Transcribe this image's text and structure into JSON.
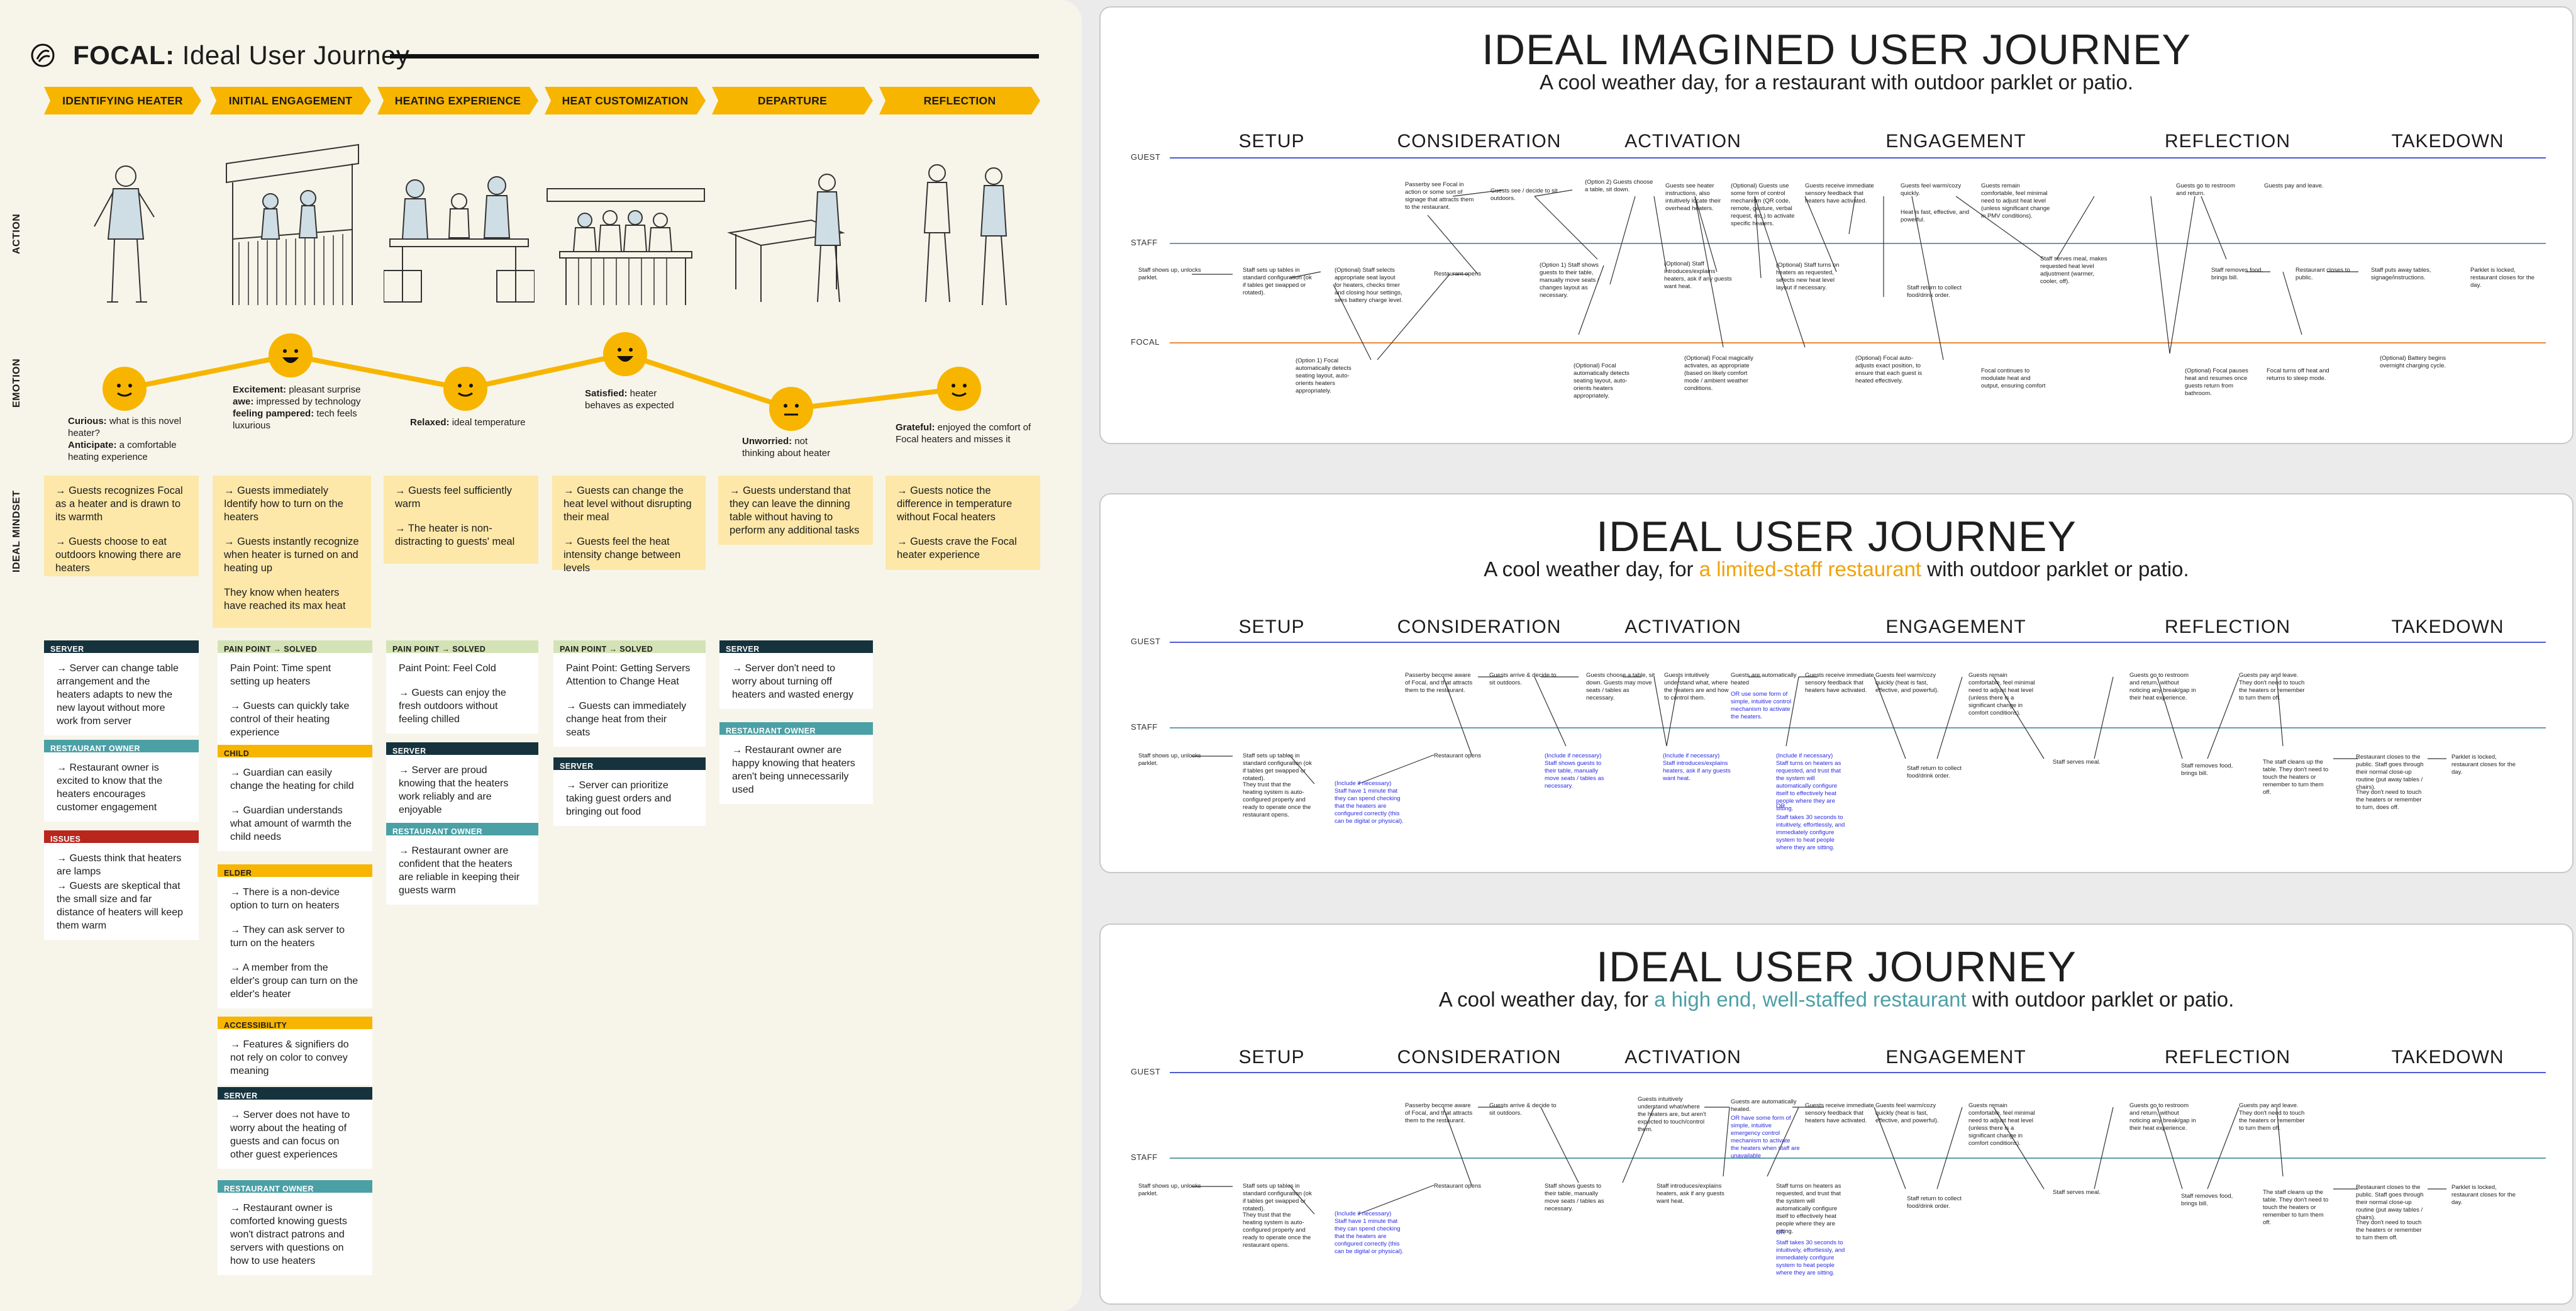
{
  "left": {
    "title_bold": "FOCAL:",
    "title_rest": " Ideal User Journey",
    "stages": [
      "IDENTIFYING HEATER",
      "INITIAL ENGAGEMENT",
      "HEATING EXPERIENCE",
      "HEAT CUSTOMIZATION",
      "DEPARTURE",
      "REFLECTION"
    ],
    "rows": {
      "action": "ACTION",
      "emotion": "EMOTION",
      "mindset": "IDEAL MINDSET"
    },
    "emotions": [
      {
        "b1": "Curious:",
        "t1": " what is this novel heater?",
        "b2": "Anticipate:",
        "t2": " a comfortable heating experience"
      },
      {
        "b1": "Excitement:",
        "t1": " pleasant surprise",
        "b2": "awe:",
        "t2": " impressed by technology",
        "b3": "feeling pampered:",
        "t3": " tech feels luxurious"
      },
      {
        "b1": "Relaxed:",
        "t1": " ideal temperature"
      },
      {
        "b1": "Satisfied:",
        "t1": " heater behaves as expected"
      },
      {
        "b1": "Unworried:",
        "t1": " not thinking about heater"
      },
      {
        "b1": "Grateful:",
        "t1": " enjoyed the comfort of Focal heaters and misses it"
      }
    ],
    "mindset": [
      [
        "→ Guests recognizes Focal as a heater and is drawn to its warmth",
        "→ Guests choose to eat outdoors knowing there are heaters"
      ],
      [
        "→ Guests immediately Identify how to turn on the heaters",
        "→ Guests instantly recognize when heater is turned on and heating up",
        "They know when heaters have reached its max heat"
      ],
      [
        "→ Guests feel sufficiently warm",
        "→ The heater is non-distracting to guests' meal"
      ],
      [
        "→ Guests can change the heat level without disrupting their meal",
        "→ Guests feel the heat intensity change between levels"
      ],
      [
        "→ Guests understand that they can leave the dinning table without having to perform any additional tasks"
      ],
      [
        "→ Guests notice the difference in temperature without Focal heaters",
        "→ Guests crave the Focal heater experience"
      ]
    ],
    "cards": {
      "c1a": {
        "tag": "SERVER",
        "lines": [
          "→ Server can change table arrangement and the heaters adapts to new the new layout without more work from server"
        ]
      },
      "c1b": {
        "tag": "RESTAURANT OWNER",
        "lines": [
          "→ Restaurant owner is excited to know that the heaters encourages customer engagement"
        ]
      },
      "c1c": {
        "tag": "ISSUES",
        "lines": [
          "→ Guests think that heaters are lamps",
          "→ Guests are skeptical that the small size and far distance of heaters will keep them warm"
        ]
      },
      "c2a": {
        "tag": "PAIN POINT → SOLVED",
        "lines": [
          "Pain Point: Time spent setting up heaters",
          "→ Guests can quickly take control of their heating experience"
        ]
      },
      "c2b": {
        "tag": "CHILD",
        "lines": [
          "→ Guardian can easily change the heating for child",
          "→ Guardian understands what amount of warmth the child needs"
        ]
      },
      "c2c": {
        "tag": "ELDER",
        "lines": [
          "→ There is a non-device option to turn on heaters",
          "→ They can ask server to turn on the heaters",
          "→ A member from the elder's group can turn on the elder's heater"
        ]
      },
      "c2d": {
        "tag": "ACCESSIBILITY",
        "lines": [
          "→ Features & signifiers do not rely on color to convey meaning"
        ]
      },
      "c2e": {
        "tag": "SERVER",
        "lines": [
          "→ Server does not have to worry about the heating of guests and can focus on other guest experiences"
        ]
      },
      "c2f": {
        "tag": "RESTAURANT OWNER",
        "lines": [
          "→ Restaurant owner is comforted knowing guests won't distract patrons and servers with questions on how to use heaters"
        ]
      },
      "c3a": {
        "tag": "PAIN POINT → SOLVED",
        "lines": [
          "Paint Point: Feel Cold",
          "→ Guests can enjoy the fresh outdoors without feeling chilled"
        ]
      },
      "c3b": {
        "tag": "SERVER",
        "lines": [
          "→ Server are proud knowing that the heaters work reliably and are enjoyable"
        ]
      },
      "c3c": {
        "tag": "RESTAURANT OWNER",
        "lines": [
          "→ Restaurant owner are confident that the heaters are reliable in keeping their guests warm"
        ]
      },
      "c4a": {
        "tag": "PAIN POINT → SOLVED",
        "lines": [
          "Paint Point: Getting Servers Attention to Change Heat",
          "→ Guests can immediately change heat from their seats"
        ]
      },
      "c4b": {
        "tag": "SERVER",
        "lines": [
          "→ Server can prioritize taking guest orders and bringing out food"
        ]
      },
      "c5a": {
        "tag": "SERVER",
        "lines": [
          "→ Server don't need to worry about turning off heaters and wasted energy"
        ]
      },
      "c5b": {
        "tag": "RESTAURANT OWNER",
        "lines": [
          "→ Restaurant owner are happy knowing that heaters aren't being unnecessarily used"
        ]
      }
    }
  },
  "panels": [
    {
      "title": "IDEAL IMAGINED USER JOURNEY",
      "sub_a": "A cool weather day, for a restaurant with outdoor parklet or patio.",
      "sub_hl": "",
      "sub_b": ""
    },
    {
      "title": "IDEAL USER JOURNEY",
      "sub_a": "A cool weather day, for ",
      "sub_hl": "a limited-staff restaurant",
      "sub_b": " with outdoor parklet or patio."
    },
    {
      "title": "IDEAL USER JOURNEY",
      "sub_a": "A cool weather day, for ",
      "sub_hl": "a high end, well-staffed restaurant",
      "sub_b": " with outdoor parklet or patio."
    }
  ],
  "phases": [
    "SETUP",
    "CONSIDERATION",
    "ACTIVATION",
    "ENGAGEMENT",
    "REFLECTION",
    "TAKEDOWN"
  ],
  "lanes": {
    "guest": "GUEST",
    "staff": "STAFF",
    "focal": "FOCAL"
  },
  "p1_notes": [
    "Staff shows up, unlocks parklet.",
    "Staff sets up tables in standard configuration (ok if tables get swapped or rotated).",
    "(Optional) Staff selects appropriate seat layout for heaters, checks timer and closing hour settings, sees battery charge level.",
    "(Option 1) Focal automatically detects seating layout, auto-orients heaters appropriately.",
    "Passerby see Focal in action or some sort of signage that attracts them to the restaurant.",
    "Restaurant opens",
    "Guests see / decide to sit outdoors.",
    "(Option 2) Guests choose a table, sit down.",
    "(Option 1) Staff shows guests to their table, manually move seats / changes layout as necessary.",
    "(Optional) Focal automatically detects seating layout, auto-orients heaters appropriately.",
    "Guests see heater instructions, also intuitively locate their overhead heaters.",
    "(Optional) Staff introduces/explains heaters, ask if any guests want heat.",
    "(Optional) Guests use some form of control mechanism (QR code, remote, gesture, verbal request, etc.) to activate specific heaters.",
    "(Optional) Focal magically activates, as appropriate (based on likely comfort mode / ambient weather conditions.",
    "Guests receive immediate sensory feedback that heaters have activated.",
    "(Optional) Staff turns on heaters as requested, selects new heat level layout if necessary.",
    "Guests feel warm/cozy quickly.",
    "Heat is fast, effective, and powerful.",
    "(Optional) Focal auto-adjusts exact position, to ensure that each guest is heated effectively.",
    "Staff return to collect food/drink order.",
    "Guests remain comfortable, feel minimal need to adjust heat level (unless significant change in PMV conditions).",
    "Focal continues to modulate heat and output, ensuring comfort",
    "Staff serves meal, makes requested heat level adjustment (warmer, cooler, off).",
    "Guests go to restroom and return.",
    "(Optional) Focal pauses heat and resumes once guests return from bathroom.",
    "Guests pay and leave.",
    "Staff removes food, brings bill.",
    "Focal turns off heat and returns to sleep mode.",
    "Restaurant closes to public.",
    "Staff puts away tables, signage/instructions.",
    "(Optional) Battery begins overnight charging cycle.",
    "Parklet is locked, restaurant closes for the day."
  ],
  "p2_notes": [
    "Staff shows up, unlocks parklet.",
    "Staff sets up tables in standard configuration (ok if tables get swapped or rotated).",
    "They trust that the heating system is auto-configured properly and ready to operate once the restaurant opens.",
    "(Include if necessary) Staff have 1 minute that they can spend checking that the heaters are configured correctly (this can be digital or physical).",
    "Passerby become aware of Focal, and that attracts them to the restaurant.",
    "Restaurant opens",
    "Guests arrive & decide to sit outdoors.",
    "Guests choose a table, sit down. Guests may move seats / tables as necessary.",
    "(Include if necessary) Staff shows guests to their table, manually move seats / tables as necessary.",
    "Guests intuitively understand what, where the heaters are and how to control them.",
    "(Include if necessary) Staff introduces/explains heaters, ask if any guests want heat.",
    "Guests are automatically heated",
    "OR use some form of simple, intuitive control mechanism to activate the heaters.",
    "Guests receive immediate sensory feedback that heaters have activated.",
    "(Include if necessary) Staff turns on heaters as requested, and trust that the system will automatically configure itself to effectively heat people where they are sitting.",
    "OR",
    "Staff takes 30 seconds to intuitively, effortlessly, and immediately configure system to heat people where they are sitting.",
    "Guests feel warm/cozy quickly (heat is fast, effective, and powerful).",
    "Staff return to collect food/drink order.",
    "Guests remain comfortable, feel minimal need to adjust heat level (unless there is a significant change in comfort conditions).",
    "Staff serves meal.",
    "Guests go to restroom and return, without noticing any break/gap in their heat experience.",
    "Staff removes food, brings bill.",
    "Guests pay and leave. They don't need to touch the heaters or remember to turn them off.",
    "The staff cleans up the table. They don't need to touch the heaters or remember to turn them off.",
    "Restaurant closes to the public. Staff goes through their normal close-up routine (put away tables / chairs).",
    "They don't need to touch the heaters or remember to turn, does off.",
    "Parklet is locked, restaurant closes for the day."
  ],
  "p3_notes": [
    "Staff shows up, unlocks parklet.",
    "Staff sets up tables in standard configuration (ok if tables get swapped or rotated).",
    "They trust that the heating system is auto-configured properly and ready to operate once the restaurant opens.",
    "(Include if necessary) Staff have 1 minute that they can spend checking that the heaters are configured correctly (this can be digital or physical).",
    "Passerby become aware of Focal, and that attracts them to the restaurant.",
    "Restaurant opens",
    "Guests arrive & decide to sit outdoors.",
    "Staff shows guests to their table, manually move seats / tables as necessary.",
    "Guests intuitively understand what/where the heaters are, but aren't expected to touch/control them.",
    "Staff introduces/explains heaters, ask if any guests want heat.",
    "Guests are automatically heated.",
    "OR have some form of simple, intuitive emergency control mechanism to activate the heaters when staff are unavailable",
    "Guests receive immediate sensory feedback that heaters have activated.",
    "Staff turns on heaters as requested, and trust that the system will automatically configure itself to effectively heat people where they are sitting.",
    "OR",
    "Staff takes 30 seconds to intuitively, effortlessly, and immediately configure system to heat people where they are sitting.",
    "Guests feel warm/cozy quickly (heat is fast, effective, and powerful).",
    "Staff return to collect food/drink order.",
    "Guests remain comfortable, feel minimal need to adjust heat level (unless there is a significant change in comfort conditions).",
    "Staff serves meal.",
    "Guests go to restroom and return, without noticing any break/gap in their heat experience.",
    "Staff removes food, brings bill.",
    "Guests pay and leave. They don't need to touch the heaters or remember to turn them off.",
    "The staff cleans up the table. They don't need to touch the heaters or remember to turn them off.",
    "Restaurant closes to the public. Staff goes through their normal close-up routine (put away tables / chairs).",
    "They don't need to touch the heaters or remember to turn them off.",
    "Parklet is locked, restaurant closes for the day."
  ],
  "colors": {
    "yellow": "#f7b500",
    "cream": "#fde8a9",
    "navy": "#16333d",
    "teal": "#4ba0a6",
    "red": "#b8261d",
    "sage": "#d3e3b5",
    "guest_line": "#4c5bd4",
    "staff_line": "#5fa0a8",
    "focal_line": "#e88a3c",
    "note_blue": "#2a2ae6"
  }
}
